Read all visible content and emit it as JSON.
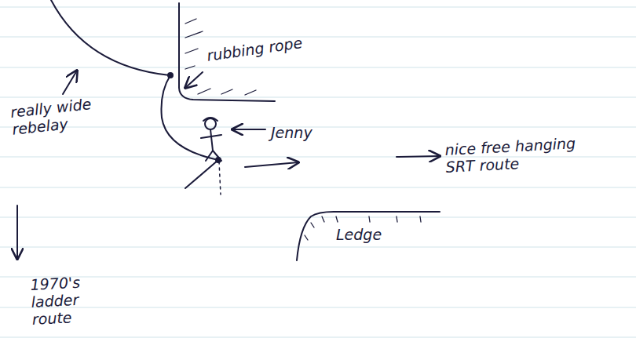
{
  "diagram": {
    "labels": [
      "rubbing rope",
      "really wide rebelay",
      "Jenny",
      "nice free hanging SRT route",
      "Ledge",
      "1970's ladder route"
    ]
  }
}
